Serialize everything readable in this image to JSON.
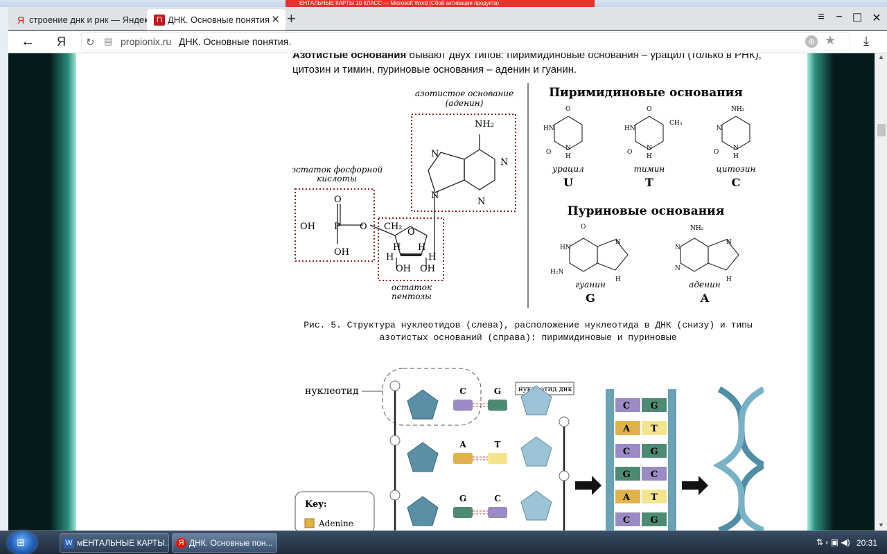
{
  "word_bar": {
    "text": "ЕНТАЛЬНЫЕ КАРТЫ 10 КЛАСС — Microsoft Word (Сбой активации продукта)"
  },
  "tabs": [
    {
      "label": "строение днк и рнк — Яндекс",
      "icon": "Я"
    },
    {
      "label": "ДНК. Основные понятия",
      "icon": "П"
    }
  ],
  "address": {
    "domain": "propionix.ru",
    "title": "ДНК. Основные понятия.",
    "yandex": "Я"
  },
  "article": {
    "intro_bold": "Азотистые основания",
    "intro_rest": " бывают двух типов: пиримидиновые основания – урацил (только в РНК), цитозин и тимин, пуриновые основания – аденин и гуанин.",
    "caption": "Рис. 5. Структура нуклеотидов (слева), расположение нуклеотида в ДНК (снизу) и типы азотистых оснований (справа): пиримидиновые и пуриновые"
  },
  "figure1": {
    "label_base": "азотистое основание",
    "label_base2": "(аденин)",
    "label_phos": "остаток фосфорной",
    "label_phos2": "кислоты",
    "label_pent": "остаток",
    "label_pent2": "пентозы",
    "pyr_title": "Пиримидиновые основания",
    "pur_title": "Пуриновые основания",
    "uracil": "урацил",
    "uracil_l": "U",
    "thymine": "тимин",
    "thymine_l": "T",
    "cytosine": "цитозин",
    "cytosine_l": "C",
    "guanine": "гуанин",
    "guanine_l": "G",
    "adenine": "аденин",
    "adenine_l": "A"
  },
  "figure2": {
    "nucleotide": "нуклеотид",
    "tooltip": "нуклеотид днк",
    "key": "Key:",
    "key_adenine": "Adenine",
    "pairs": [
      [
        "C",
        "G"
      ],
      [
        "A",
        "T"
      ],
      [
        "G",
        "C"
      ]
    ],
    "ladder": [
      [
        "C",
        "G"
      ],
      [
        "A",
        "T"
      ],
      [
        "C",
        "G"
      ],
      [
        "G",
        "C"
      ],
      [
        "A",
        "T"
      ],
      [
        "C",
        "G"
      ]
    ],
    "colors": {
      "C": "#9b8ac4",
      "G": "#4e8a72",
      "A": "#e2b24a",
      "T": "#f3e58e"
    }
  },
  "taskbar": {
    "items": [
      {
        "label": "мЕНТАЛЬНЫЕ КАРТЫ...",
        "icon": "W"
      },
      {
        "label": "ДНК. Основные пон...",
        "icon": "Я"
      }
    ],
    "clock": "20:31"
  }
}
